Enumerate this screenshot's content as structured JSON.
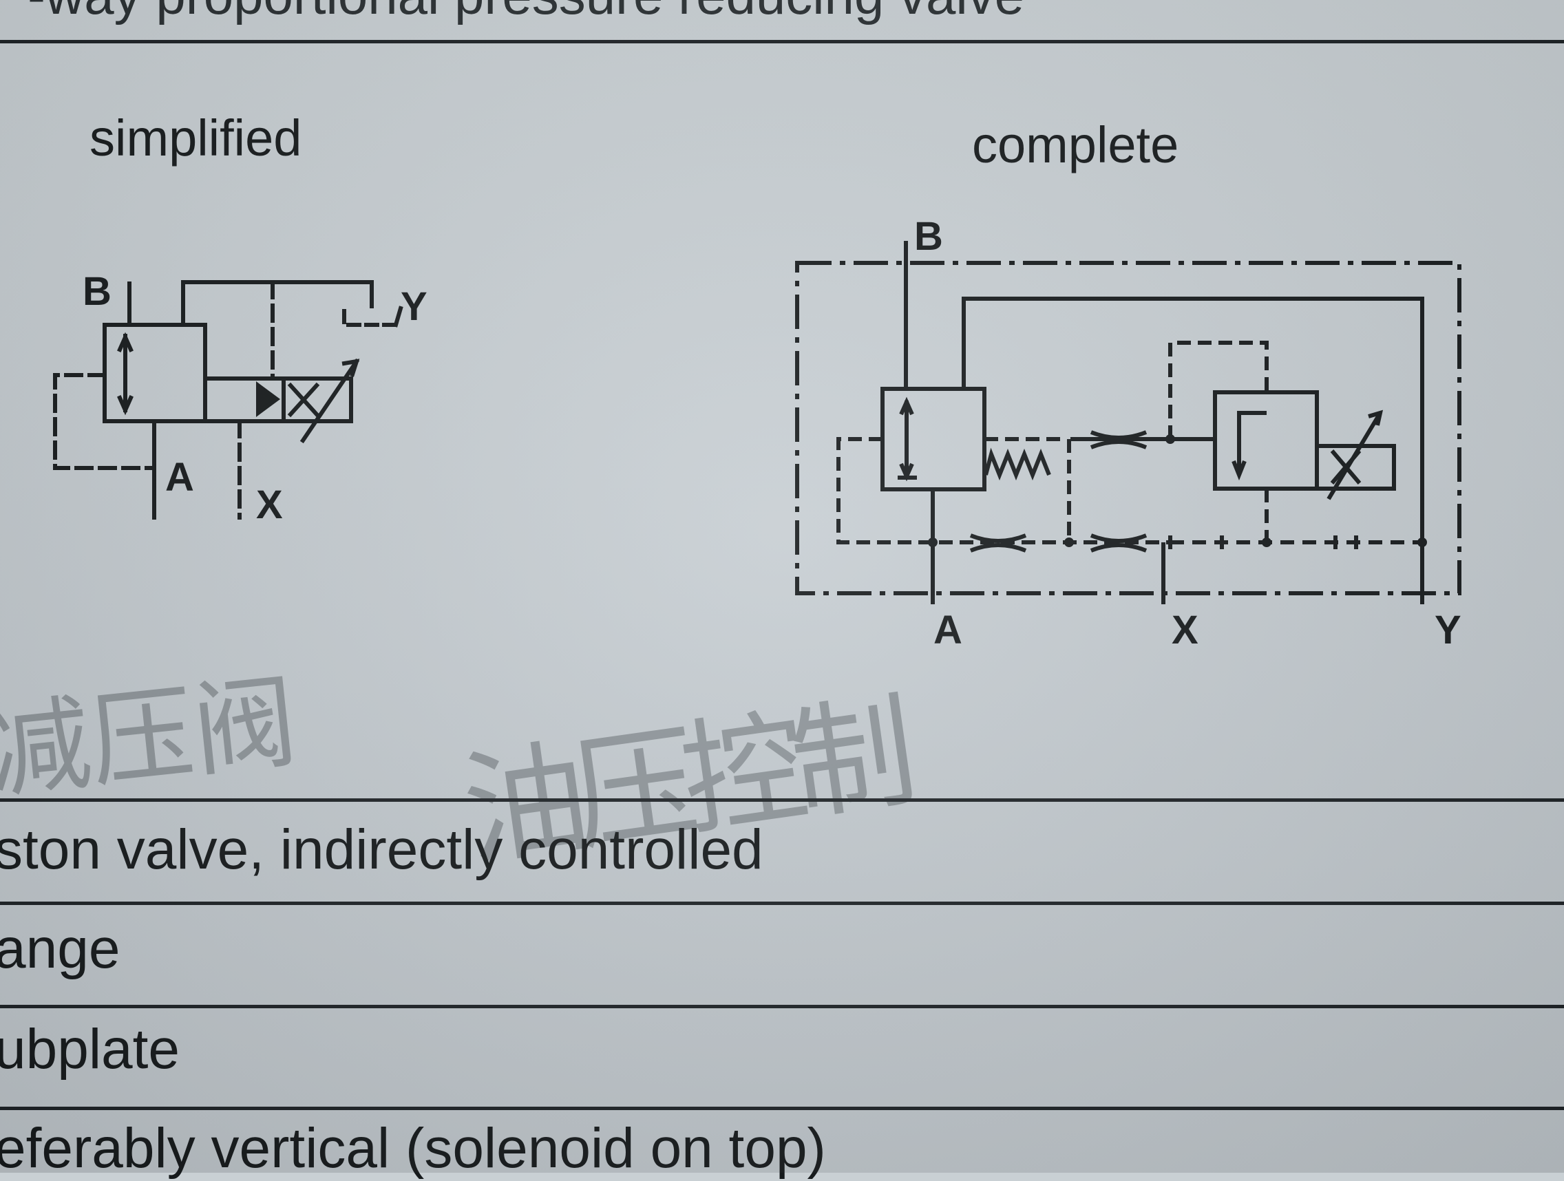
{
  "header": {
    "title_fragment": "-way proportional pressure reducing valve"
  },
  "symbols": {
    "simplified": {
      "label": "simplified",
      "ports": [
        "B",
        "Y",
        "A",
        "X"
      ]
    },
    "complete": {
      "label": "complete",
      "ports": [
        "B",
        "A",
        "X",
        "Y"
      ]
    }
  },
  "handwriting": {
    "note_left": "减压阀",
    "note_right": "油压控制"
  },
  "rows": [
    {
      "text": "ston valve, indirectly controlled"
    },
    {
      "text": "ange"
    },
    {
      "text": "ubplate"
    },
    {
      "text": "eferably vertical (solenoid on top)"
    }
  ]
}
